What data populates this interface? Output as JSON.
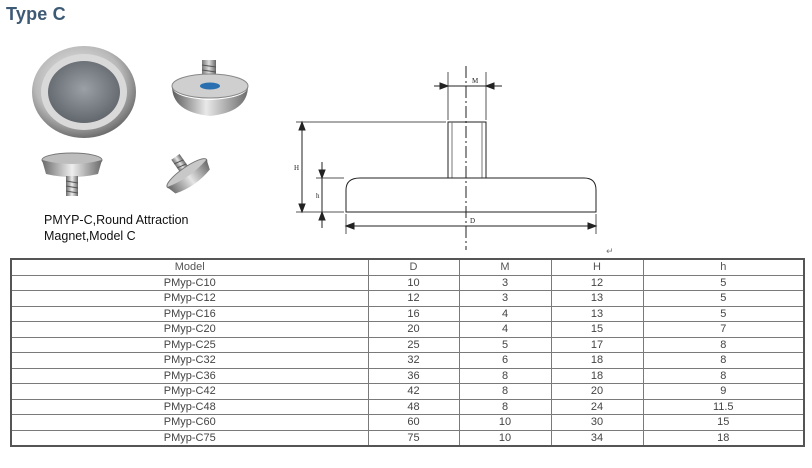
{
  "page": {
    "title": "Type C"
  },
  "caption": {
    "line1": "PMYP-C,Round Attraction",
    "line2": "Magnet,Model C"
  },
  "drawing": {
    "labels": {
      "m": "M",
      "h_total": "H",
      "h_base": "h",
      "d": "D"
    },
    "return_mark": "↵"
  },
  "table": {
    "headers": [
      "Model",
      "D",
      "M",
      "H",
      "h"
    ],
    "rows": [
      [
        "PMyp-C10",
        "10",
        "3",
        "12",
        "5"
      ],
      [
        "PMyp-C12",
        "12",
        "3",
        "13",
        "5"
      ],
      [
        "PMyp-C16",
        "16",
        "4",
        "13",
        "5"
      ],
      [
        "PMyp-C20",
        "20",
        "4",
        "15",
        "7"
      ],
      [
        "PMyp-C25",
        "25",
        "5",
        "17",
        "8"
      ],
      [
        "PMyp-C32",
        "32",
        "6",
        "18",
        "8"
      ],
      [
        "PMyp-C36",
        "36",
        "8",
        "18",
        "8"
      ],
      [
        "PMyp-C42",
        "42",
        "8",
        "20",
        "9"
      ],
      [
        "PMyp-C48",
        "48",
        "8",
        "24",
        "11.5"
      ],
      [
        "PMyp-C60",
        "60",
        "10",
        "30",
        "15"
      ],
      [
        "PMyp-C75",
        "75",
        "10",
        "34",
        "18"
      ]
    ]
  }
}
